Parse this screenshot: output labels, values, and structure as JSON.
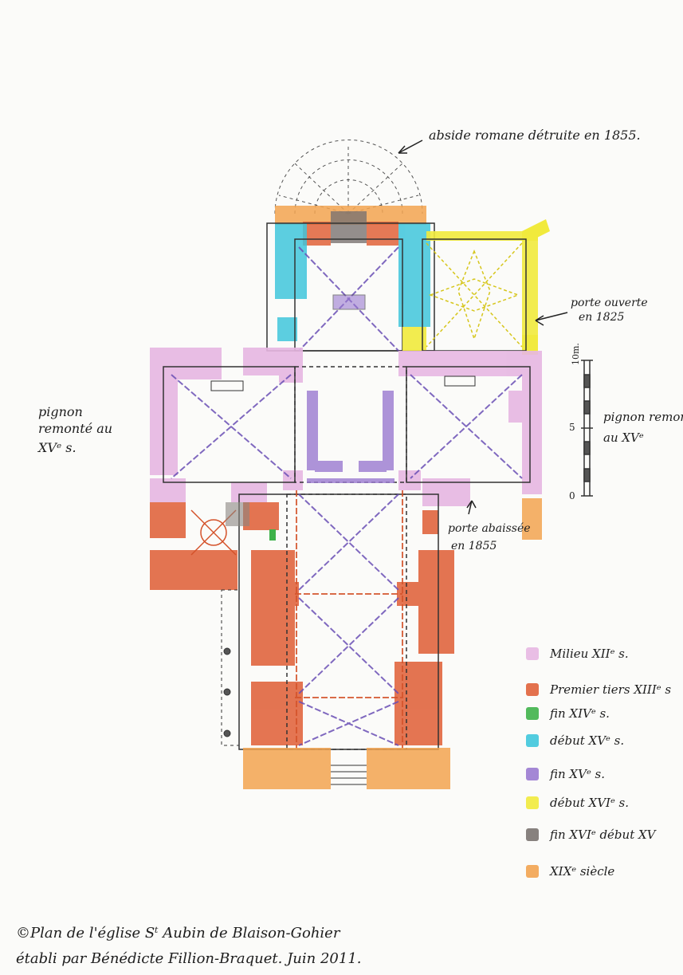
{
  "annotations": {
    "apse": "abside romane détruite en 1855.",
    "door_open_line1": "porte ouverte",
    "door_open_line2": "en 1825",
    "gable_left_line1": "pignon",
    "gable_left_line2": "remonté au",
    "gable_left_line3": "XVᵉ s.",
    "gable_right_line1": "pignon remon",
    "gable_right_line2": "au XVᵉ",
    "door_lowered_line1": "porte abaissée",
    "door_lowered_line2": "en 1855"
  },
  "scale": {
    "unit": "10m.",
    "ticks": [
      "5",
      "0"
    ]
  },
  "legend": [
    {
      "label": "Milieu XIIᵉ s.",
      "color": "#e7b7e2"
    },
    {
      "label": "Premier tiers XIIIᵉ s",
      "color": "#e0623a"
    },
    {
      "label": "fin XIVᵉ s.",
      "color": "#3fb24a"
    },
    {
      "label": "début XVᵉ s.",
      "color": "#3fc6dc"
    },
    {
      "label": "fin XVᵉ s.",
      "color": "#9a7ad0"
    },
    {
      "label": "début XVIᵉ s.",
      "color": "#f1ea3c"
    },
    {
      "label": "fin XVIᵉ début XV",
      "color": "#7a7370"
    },
    {
      "label": "XIXᵉ siècle",
      "color": "#f2a350"
    }
  ],
  "credit": {
    "line1": "©Plan de l'église Sᵗ Aubin de Blaison-Gohier",
    "line2": "établi par Bénédicte Fillion-Braquet. Juin 2011."
  }
}
